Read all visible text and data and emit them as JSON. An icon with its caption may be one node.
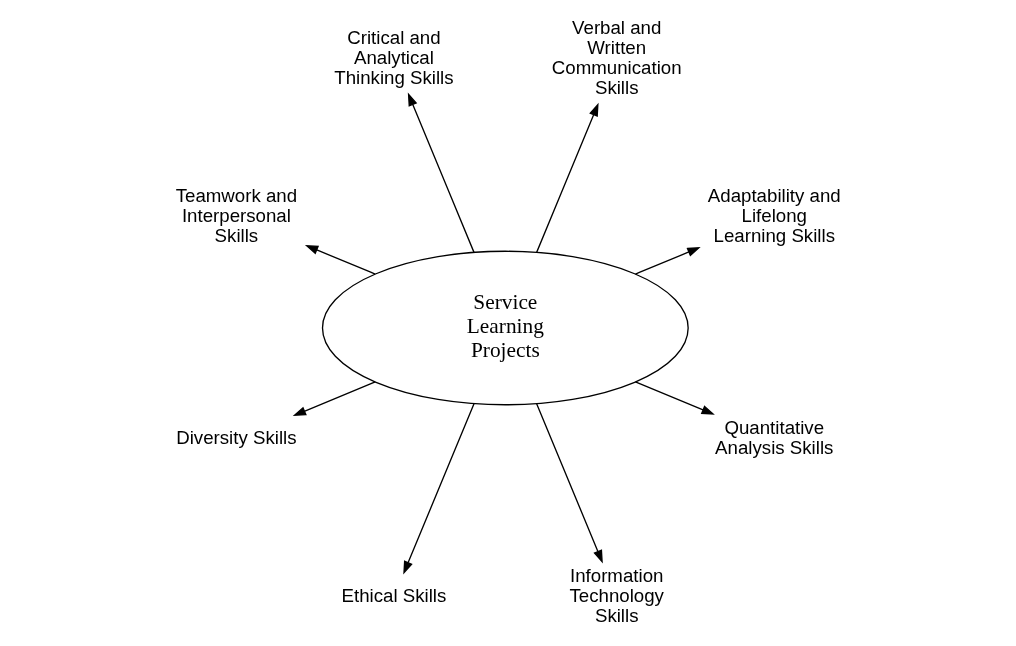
{
  "diagram": {
    "nodes": [
      {
        "text": [
          "Service Learning Projects"
        ]
      },
      {
        "text": [
          "Adaptability and Lifelong Learning Skills"
        ]
      },
      {
        "text": [
          "Verbal and Written Communication Skills"
        ]
      },
      {
        "text": [
          "Critical and Analytical Thinking Skills"
        ]
      },
      {
        "text": [
          "Teamwork and Interpersonal Skills"
        ]
      },
      {
        "text": [
          "Diversity Skills"
        ]
      },
      {
        "text": [
          "Ethical Skills"
        ]
      },
      {
        "text": [
          "Information Technology Skills"
        ]
      },
      {
        "text": [
          "Quantitative Analysis Skills"
        ]
      }
    ],
    "edges": [
      {
        "from": 0,
        "to": 1,
        "arrow": "to"
      },
      {
        "from": 0,
        "to": 3,
        "arrow": "to"
      },
      {
        "from": 0,
        "to": 5,
        "arrow": "to"
      },
      {
        "from": 0,
        "to": 7,
        "arrow": "to"
      },
      {
        "from": 0,
        "to": 8,
        "arrow": "to"
      },
      {
        "from": 0,
        "to": 6,
        "arrow": "to"
      },
      {
        "from": 0,
        "to": 4,
        "arrow": "to"
      },
      {
        "from": 0,
        "to": 2,
        "arrow": "to"
      }
    ]
  }
}
